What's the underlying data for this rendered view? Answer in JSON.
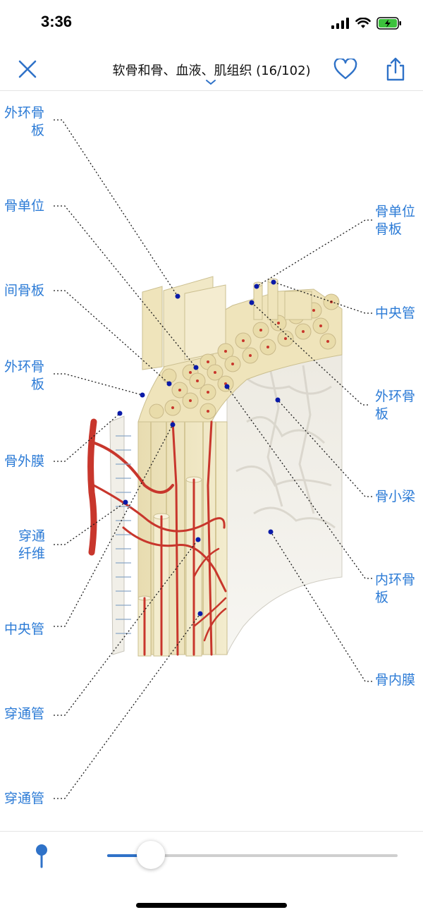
{
  "status_bar": {
    "time": "3:36"
  },
  "nav": {
    "title": "软骨和骨、血液、肌组织 (16/102)",
    "close_icon": "close-icon",
    "favorite_icon": "heart-icon",
    "share_icon": "share-icon"
  },
  "labels": {
    "l1": "外环骨\n板",
    "l2": "骨单位",
    "l3": "间骨板",
    "l4": "外环骨\n板",
    "l5": "骨外膜",
    "l6": "穿通\n纤维",
    "l7": "中央管",
    "l8": "穿通管",
    "l9": "穿通管",
    "r1": "骨单位\n骨板",
    "r2": "中央管",
    "r3": "外环骨\n板",
    "r4": "骨小梁",
    "r5": "内环骨\n板",
    "r6": "骨内膜"
  },
  "slider": {
    "fraction": 0.15,
    "fill_color": "#2f72c8"
  },
  "colors": {
    "label": "#2c7bd6",
    "bone": "#efe6c0",
    "vessel": "#c8362c",
    "marrow": "#f2f0ea",
    "pin": "#2f72c8"
  }
}
